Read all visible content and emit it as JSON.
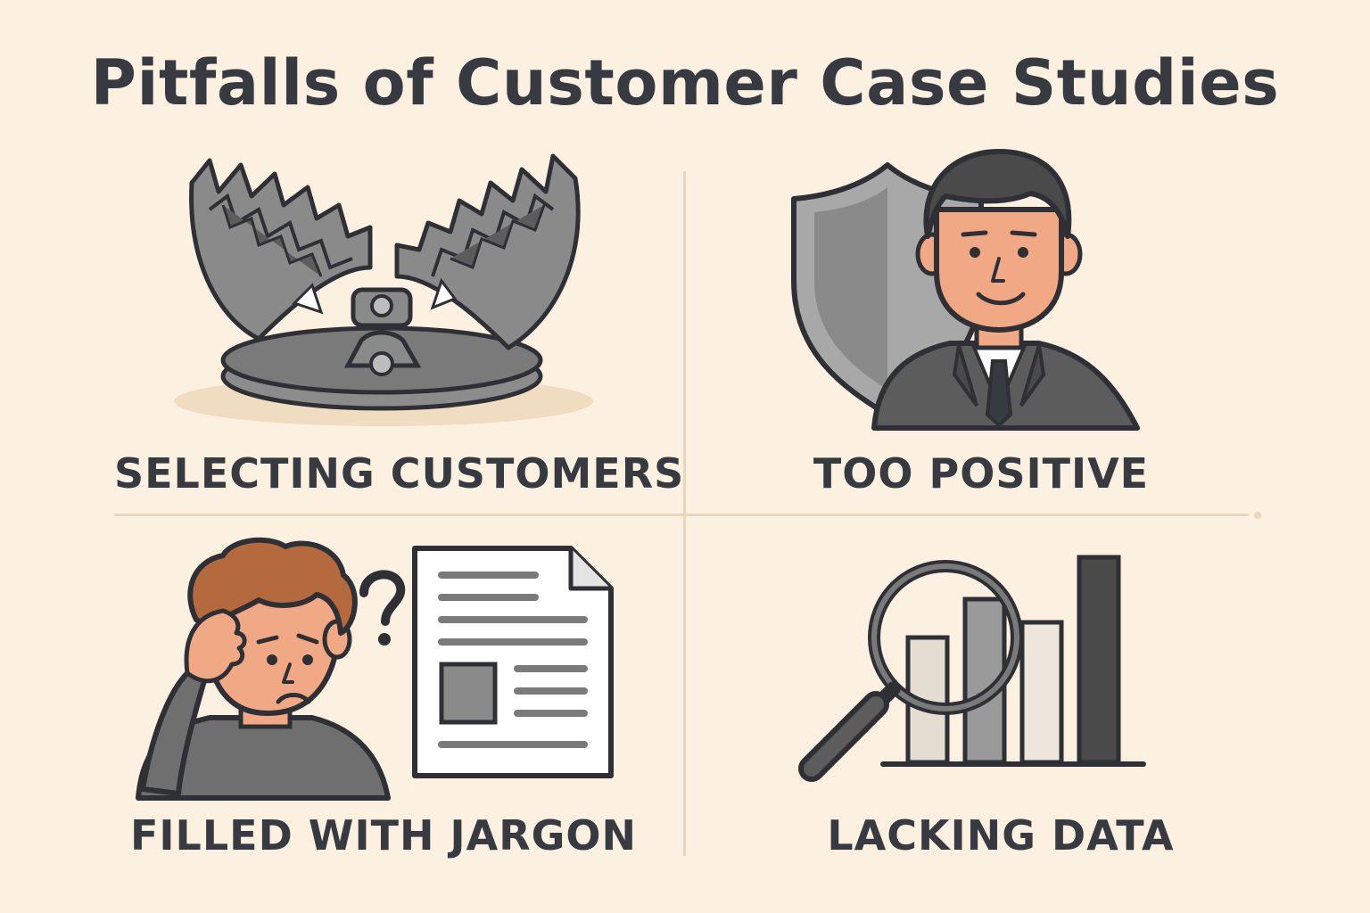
{
  "title": "Pitfalls of Customer Case Studies",
  "panels": [
    {
      "label": "SELECTING CUSTOMERS",
      "icon": "bear-trap-icon"
    },
    {
      "label": "TOO POSITIVE",
      "icon": "businessman-with-shield-icon"
    },
    {
      "label": "FILLED WITH JARGON",
      "icon": "confused-person-with-document-icon"
    },
    {
      "label": "LACKING DATA",
      "icon": "magnifier-bar-chart-icon"
    }
  ],
  "colors": {
    "background": "#fcf1e1",
    "text": "#383a42",
    "metal_gray": "#8a8a8a",
    "skin": "#f0a984",
    "hair_brown": "#b56a3e",
    "divider": "#e8d6bd"
  }
}
